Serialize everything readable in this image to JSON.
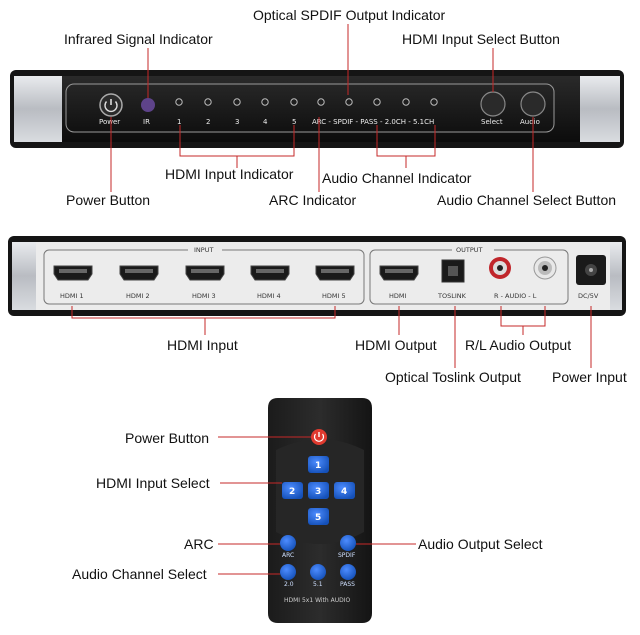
{
  "callouts": {
    "optical_spdif_output_indicator": "Optical SPDIF Output Indicator",
    "infrared_signal_indicator": "Infrared Signal Indicator",
    "hdmi_input_select_button": "HDMI Input Select Button",
    "hdmi_input_indicator": "HDMI Input Indicator",
    "audio_channel_indicator": "Audio Channel Indicator",
    "power_button": "Power Button",
    "arc_indicator": "ARC Indicator",
    "audio_channel_select_button": "Audio Channel Select Button",
    "hdmi_input": "HDMI Input",
    "hdmi_output": "HDMI Output",
    "rl_audio_output": "R/L Audio Output",
    "optical_toslink_output": "Optical Toslink Output",
    "power_input": "Power Input",
    "remote_power_button": "Power Button",
    "remote_hdmi_input_select": "HDMI Input Select",
    "remote_arc": "ARC",
    "remote_audio_output_select": "Audio Output Select",
    "remote_audio_channel_select": "Audio Channel Select"
  },
  "front_panel": {
    "power_label": "Power",
    "ir_label": "IR",
    "led_labels": [
      "1",
      "2",
      "3",
      "4",
      "5"
    ],
    "audio_strip": "ARC - SPDIF - PASS - 2.0CH - 5.1CH",
    "select_label": "Select",
    "audio_label": "Audio"
  },
  "rear_panel": {
    "input_title": "INPUT",
    "output_title": "OUTPUT",
    "hdmi_ports": [
      "HDMI 1",
      "HDMI 2",
      "HDMI 3",
      "HDMI 4",
      "HDMI 5"
    ],
    "hdmi_out": "HDMI",
    "toslink": "TOSLINK",
    "audio": "R - AUDIO - L",
    "dc": "DC/5V"
  },
  "remote": {
    "nums": [
      "1",
      "2",
      "3",
      "4",
      "5"
    ],
    "arc": "ARC",
    "spdif": "SPDIF",
    "ch20": "2.0",
    "ch51": "5.1",
    "pass": "PASS",
    "model": "HDMI 5x1 With AUDIO"
  },
  "colors": {
    "device_body": "#1a1a1a",
    "panel_silver": "#c8cbd0",
    "remote_button": "#1e5fc9",
    "power_red": "#e03a2f"
  }
}
